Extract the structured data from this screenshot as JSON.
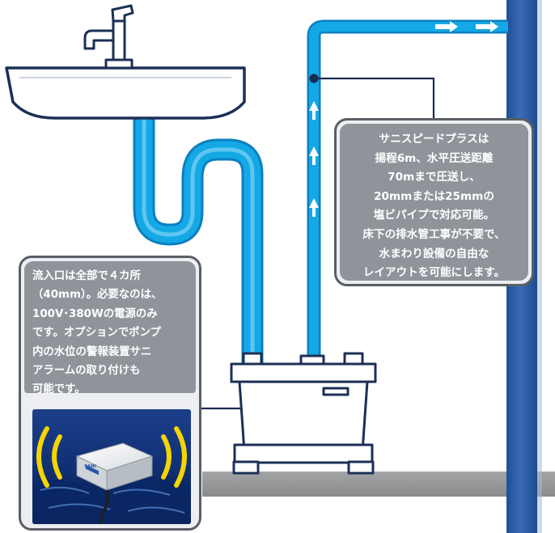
{
  "callouts": {
    "right": {
      "lines": [
        "サニスピードプラスは",
        "揚程6m、水平圧送距離",
        "70mまで圧送し、",
        "20mmまたは25mmの",
        "塩ビパイプで対応可能。",
        "床下の排水管工事が不要で、",
        "水まわり設備の自由な",
        "レイアウトを可能にします。"
      ]
    },
    "left": {
      "lines": [
        "流入口は全部で４カ所",
        "（40mm）。必要なのは、",
        "100V･380Wの電源のみ",
        "です。オプションでポンプ",
        "内の水位の警報装置サニ",
        "アラームの取り付けも",
        "可能です。"
      ],
      "photo_label": "SANI"
    }
  },
  "colors": {
    "pipe": "#14a8e6",
    "pipe_edge": "#0c7fc0",
    "wall": "#2d5fa6",
    "floor": "#929394",
    "callout_fill": "#8f949b",
    "alarm_yellow": "#f5d400"
  },
  "icons": {
    "faucet": "faucet-icon",
    "flow_arrow": "flow-arrow-icon",
    "alarm_waves": "alarm-wave-icon"
  }
}
